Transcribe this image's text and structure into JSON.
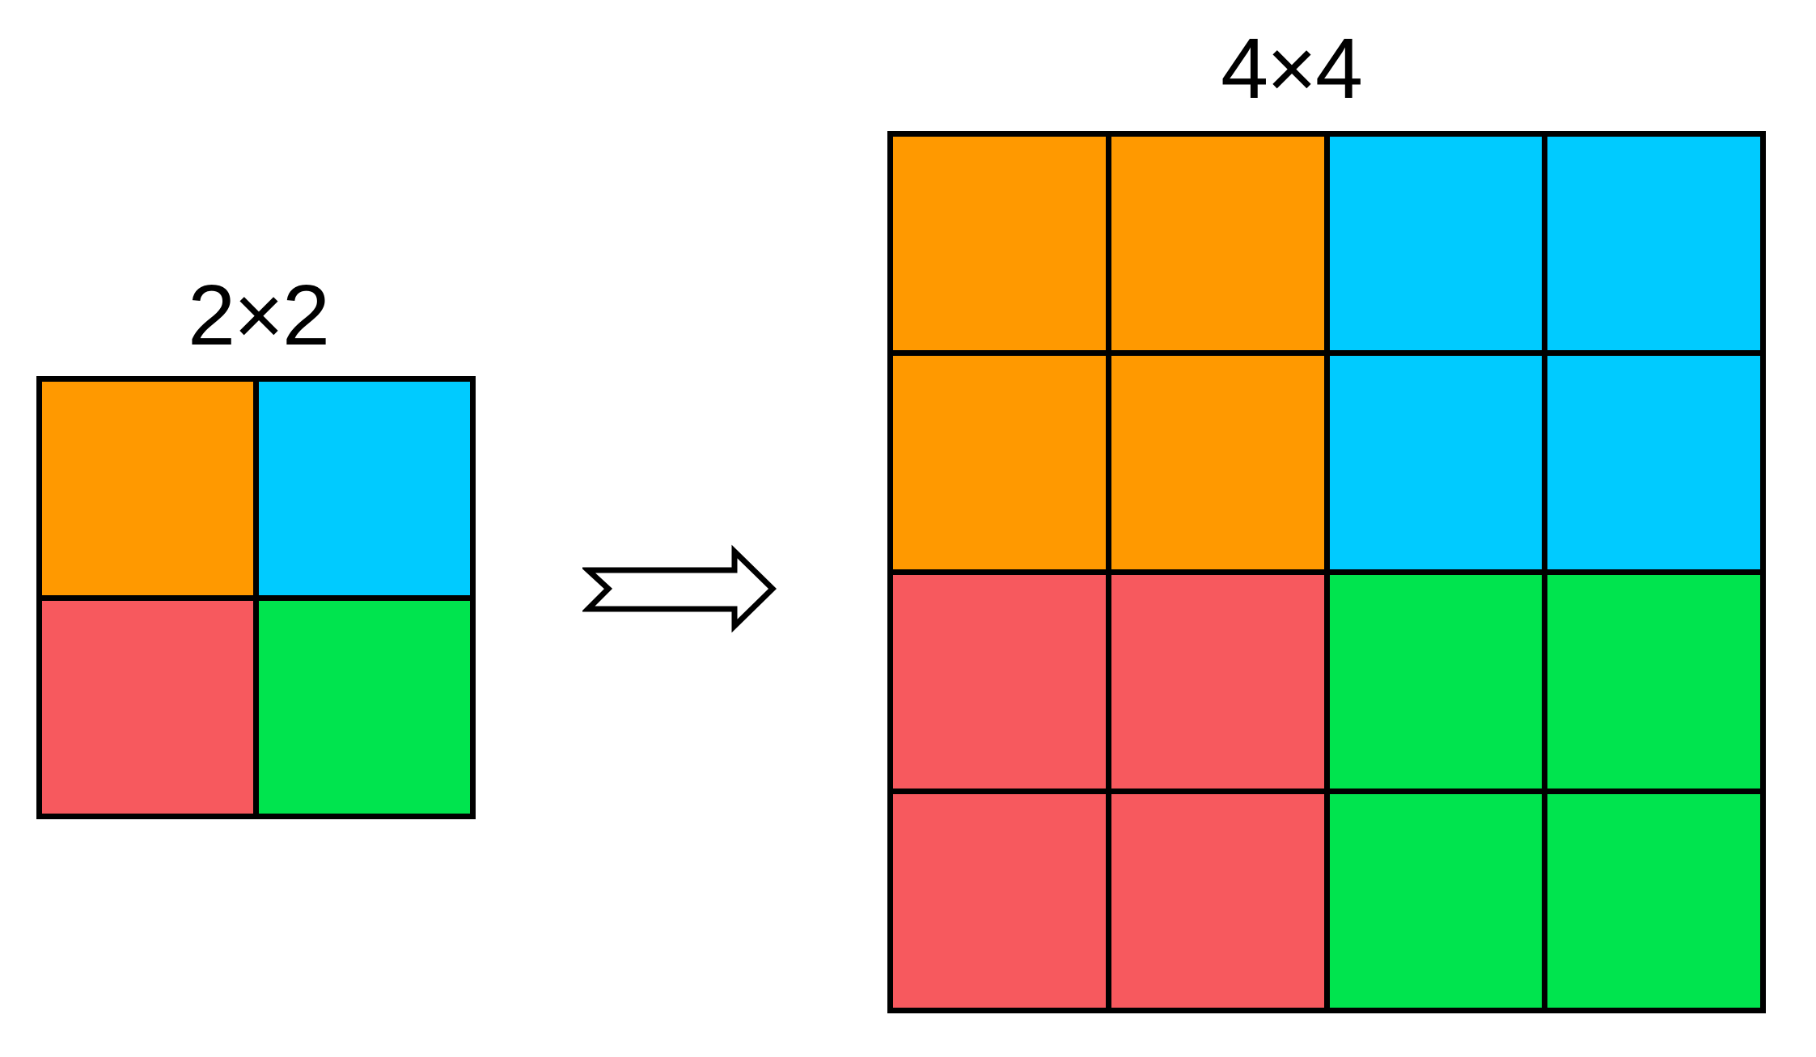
{
  "diagram": {
    "kind": "pixel-upscaling-illustration",
    "arrow_direction": "right"
  },
  "colors": {
    "orange": "#ff9900",
    "cyan": "#00cbff",
    "red": "#f7595e",
    "green": "#00e44e",
    "line": "#000000",
    "background": "#ffffff",
    "arrow_fill": "#ffffff",
    "arrow_stroke": "#000000"
  },
  "small_grid": {
    "label": "2×2",
    "rows": 2,
    "cols": 2,
    "cells": [
      "orange",
      "cyan",
      "red",
      "green"
    ]
  },
  "large_grid": {
    "label": "4×4",
    "rows": 4,
    "cols": 4,
    "cells": [
      "orange",
      "orange",
      "cyan",
      "cyan",
      "orange",
      "orange",
      "cyan",
      "cyan",
      "red",
      "red",
      "green",
      "green",
      "red",
      "red",
      "green",
      "green"
    ]
  }
}
